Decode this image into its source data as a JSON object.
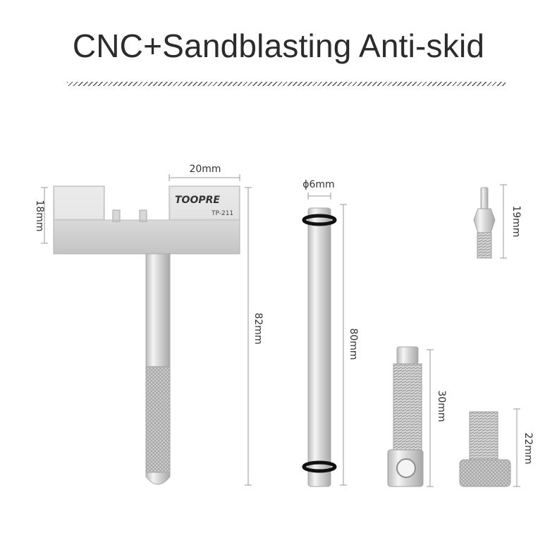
{
  "header": {
    "title": "CNC+Sandblasting Anti-skid"
  },
  "product": {
    "brand": "TOOPRE",
    "model": "TP-211"
  },
  "dimensions": {
    "breaker_width": "20mm",
    "breaker_height": "18mm",
    "breaker_length": "82mm",
    "pin_diameter": "ϕ6mm",
    "pin_length": "80mm",
    "small_pin_length": "19mm",
    "driver_screw_length": "30mm",
    "knob_screw_length": "22mm"
  }
}
